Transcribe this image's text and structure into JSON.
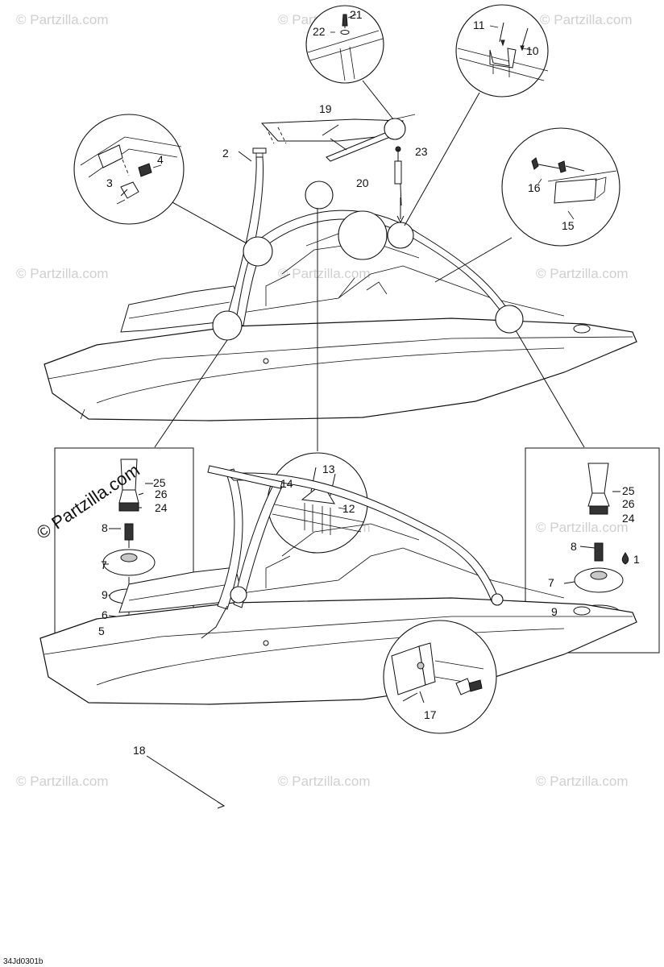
{
  "labels": {
    "p1": "1",
    "p2": "2",
    "p3": "3",
    "p4": "4",
    "p5": "5",
    "p6": "6",
    "p7": "7",
    "p8": "8",
    "p9": "9",
    "p10": "10",
    "p11": "11",
    "p12": "12",
    "p13": "13",
    "p14": "14",
    "p15": "15",
    "p16": "16",
    "p17": "17",
    "p18": "18",
    "p19": "19",
    "p20": "20",
    "p21": "21",
    "p22": "22",
    "p23": "23",
    "p24": "24",
    "p25": "25",
    "p26": "26"
  },
  "watermark": {
    "text": "© Partzilla.com",
    "primary_text": "© Partzilla.com"
  },
  "diagram_code": "34Jd0301b",
  "colors": {
    "ink": "#111111",
    "watermark": "#cfcfcf"
  }
}
